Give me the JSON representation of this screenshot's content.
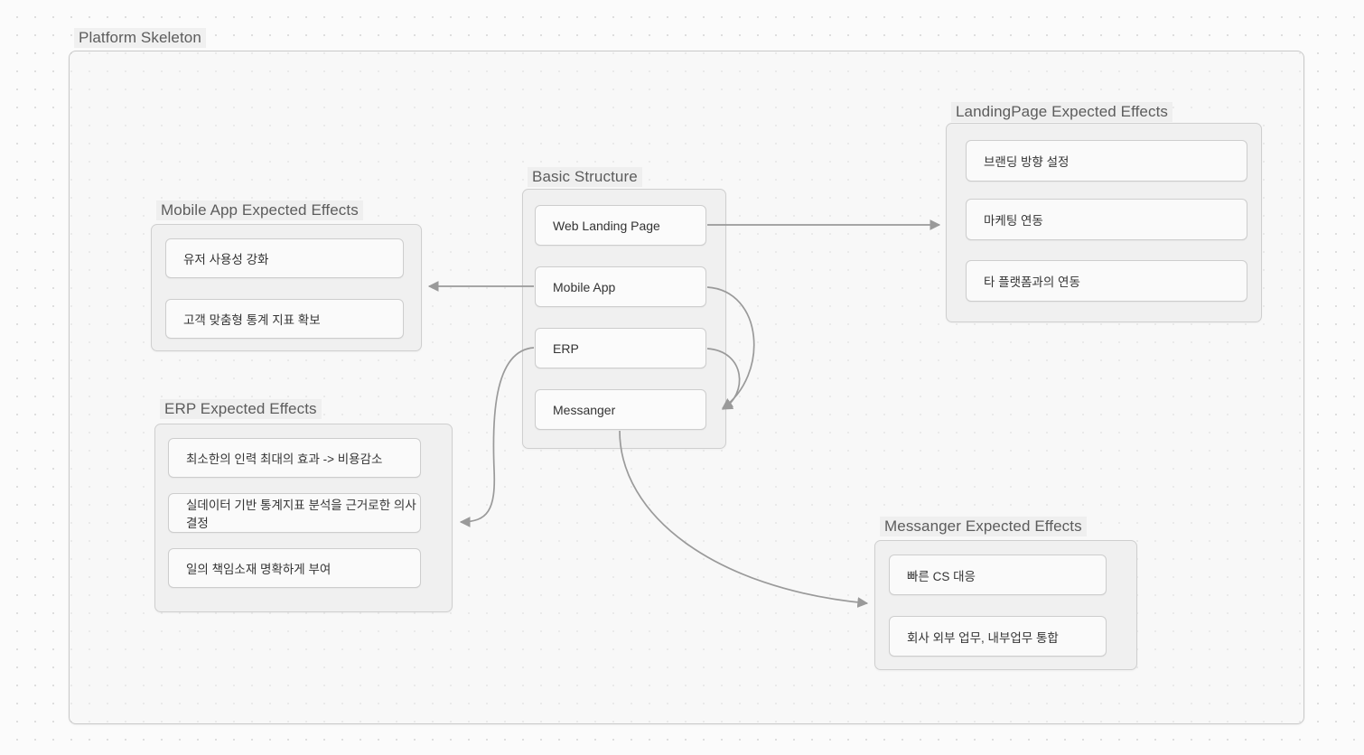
{
  "frame": {
    "title": "Platform Skeleton"
  },
  "groups": {
    "basic_structure": {
      "title": "Basic Structure",
      "items": [
        {
          "label": "Web Landing Page"
        },
        {
          "label": "Mobile App"
        },
        {
          "label": "ERP"
        },
        {
          "label": "Messanger"
        }
      ]
    },
    "landing_page_effects": {
      "title": "LandingPage Expected Effects",
      "items": [
        {
          "label": "브랜딩 방향 설정"
        },
        {
          "label": "마케팅 연동"
        },
        {
          "label": "타 플랫폼과의 연동"
        }
      ]
    },
    "mobile_app_effects": {
      "title": "Mobile App Expected Effects",
      "items": [
        {
          "label": "유저 사용성 강화"
        },
        {
          "label": "고객 맞춤형 통계 지표 확보"
        }
      ]
    },
    "erp_effects": {
      "title": "ERP Expected Effects",
      "items": [
        {
          "label": "최소한의 인력 최대의 효과 -> 비용감소"
        },
        {
          "label": "실데이터 기반 통계지표 분석을 근거로한 의사결정"
        },
        {
          "label": "일의 책임소재 명확하게 부여"
        }
      ]
    },
    "messanger_effects": {
      "title": "Messanger Expected Effects",
      "items": [
        {
          "label": "빠른 CS 대응"
        },
        {
          "label": "회사 외부 업무, 내부업무 통합"
        }
      ]
    }
  },
  "connections": [
    {
      "name": "web-landing-page-to-landingpage-effects",
      "from": "Web Landing Page",
      "to": "LandingPage Expected Effects"
    },
    {
      "name": "mobile-app-to-mobile-app-effects",
      "from": "Mobile App",
      "to": "Mobile App Expected Effects"
    },
    {
      "name": "mobile-app-to-messanger",
      "from": "Mobile App",
      "to": "Messanger"
    },
    {
      "name": "erp-to-messanger",
      "from": "ERP",
      "to": "Messanger"
    },
    {
      "name": "erp-to-erp-effects",
      "from": "ERP",
      "to": "ERP Expected Effects"
    },
    {
      "name": "messanger-to-messanger-effects",
      "from": "Messanger",
      "to": "Messanger Expected Effects"
    }
  ],
  "colors": {
    "canvas_background": "#fbfbfb",
    "grid_dot": "#d8d8d8",
    "group_fill": "#f0f0f0",
    "group_border": "#cfcfcf",
    "card_fill": "#fafafa",
    "card_border": "#cdcdcd",
    "title_text": "#5c5c5c",
    "card_text": "#333333",
    "edge_stroke": "#9a9a9a"
  }
}
